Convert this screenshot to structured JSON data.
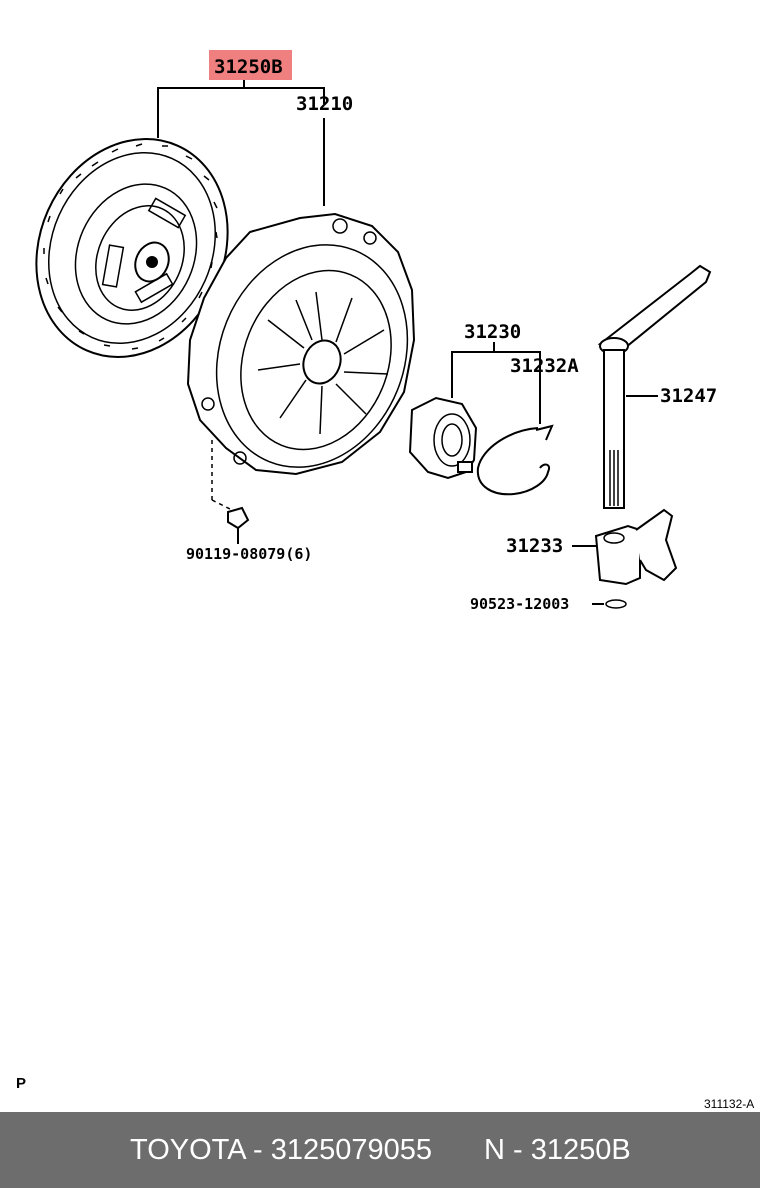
{
  "diagram": {
    "labels": {
      "assy": "31250B",
      "cover": "31210",
      "bearing": "31230",
      "clip": "31232A",
      "fork_shaft": "31247",
      "fork": "31233",
      "bolt": "90119-08079(6)",
      "washer": "90523-12003",
      "p_mark": "P",
      "ref_code": "311132-A"
    },
    "highlight_color": "#f08080"
  },
  "footer": {
    "brand_part": "TOYOTA - 3125079055",
    "number": "N - 31250B",
    "background": "#6d6d6d"
  }
}
